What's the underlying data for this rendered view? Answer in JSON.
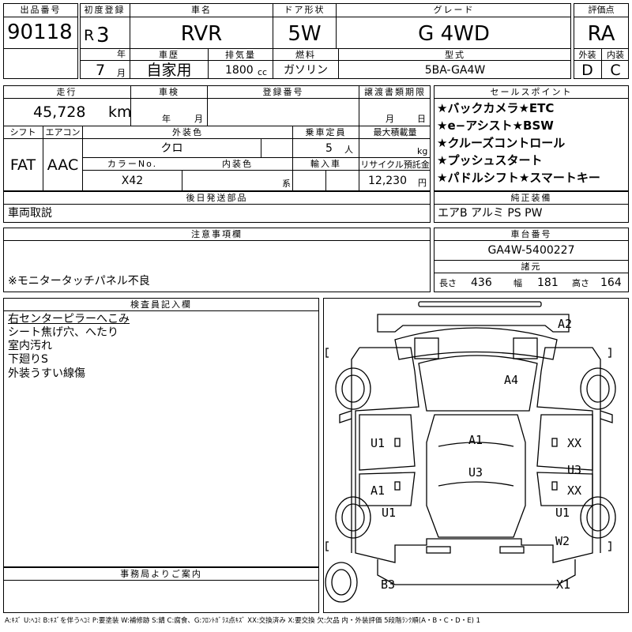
{
  "header": {
    "lot_no_label": "出品番号",
    "lot_no": "90118",
    "first_reg_label": "初度登録",
    "era": "R",
    "year_num": "3",
    "year_unit": "年",
    "month_num": "7",
    "month_unit": "月",
    "car_name_label": "車名",
    "car_name": "RVR",
    "door_label": "ドア形状",
    "door": "5W",
    "grade_label": "グレード",
    "grade": "G 4WD",
    "score_label": "評価点",
    "score": "RA",
    "history_label": "車歴",
    "history": "自家用",
    "displacement_label": "排気量",
    "displacement": "1800",
    "displacement_unit": "cc",
    "fuel_label": "燃料",
    "fuel": "ガソリン",
    "model_label": "型式",
    "model": "5BA-GA4W",
    "exterior_label": "外装",
    "exterior": "D",
    "interior_label": "内装",
    "interior": "C"
  },
  "row2": {
    "mileage_label": "走行",
    "mileage": "45,728",
    "mileage_unit": "km",
    "inspection_label": "車検",
    "inspection_year_unit": "年",
    "inspection_month_unit": "月",
    "reg_no_label": "登録番号",
    "transfer_label": "譲渡書類期限",
    "transfer_month_unit": "月",
    "transfer_day_unit": "日",
    "shift_label": "シフト",
    "shift": "FAT",
    "ac_label": "エアコン",
    "ac": "AAC",
    "ext_color_label": "外装色",
    "ext_color": "クロ",
    "capacity_label": "乗車定員",
    "capacity": "5",
    "capacity_unit": "人",
    "max_load_label": "最大積載量",
    "max_load_unit": "kg",
    "color_no_label": "カラーNo.",
    "color_no": "X42",
    "int_color_label": "内装色",
    "int_color_unit": "系",
    "import_label": "輸入車",
    "recycle_label": "リサイクル預託金",
    "recycle": "12,230",
    "recycle_unit": "円"
  },
  "sales_points": {
    "label": "セールスポイント",
    "items": [
      "★バックカメラ★ETC",
      "★e−アシスト★BSW",
      "★クルーズコントロール",
      "★プッシュスタート",
      "★パドルシフト★スマートキー"
    ]
  },
  "after_parts": {
    "label": "後日発送部品",
    "value": "車両取説"
  },
  "genuine": {
    "label": "純正装備",
    "value": "エアB アルミ PS PW"
  },
  "notes": {
    "label": "注意事項欄",
    "value": "※モニタータッチパネル不良"
  },
  "chassis": {
    "label": "車台番号",
    "value": "GA4W-5400227"
  },
  "specs": {
    "label": "諸元",
    "length_label": "長さ",
    "length": "436",
    "width_label": "幅",
    "width": "181",
    "height_label": "高さ",
    "height": "164"
  },
  "inspector": {
    "label": "検査員記入欄",
    "lines": [
      "右センターピラーへこみ",
      "シート焦げ穴、へたり",
      "室内汚れ",
      "下廻りS",
      "外装うすい線傷"
    ]
  },
  "office": {
    "label": "事務局よりご案内"
  },
  "diagram_marks": {
    "a2": "A2",
    "a4": "A4",
    "u1_left": "U1",
    "a1_center": "A1",
    "xx_right_top": "XX",
    "u3_center": "U3",
    "u3_right": "U3",
    "a1_left": "A1",
    "xx_right": "XX",
    "u1_left_wheel": "U1",
    "u1_right_wheel": "U1",
    "w2": "W2",
    "b3": "B3",
    "x1": "X1"
  },
  "legend": "A:ｷｽﾞ U:ﾍｺﾐ B:ｷｽﾞを伴うﾍｺﾐ P:要塗装 W:補修跡 S:錆 C:腐食、G:ﾌﾛﾝﾄｶﾞﾗｽ点ｷｽﾞ XX:交換済み X:要交換 欠:欠品 内・外装評価 5段階ﾗﾝｸ順(A・B・C・D・E) 1"
}
